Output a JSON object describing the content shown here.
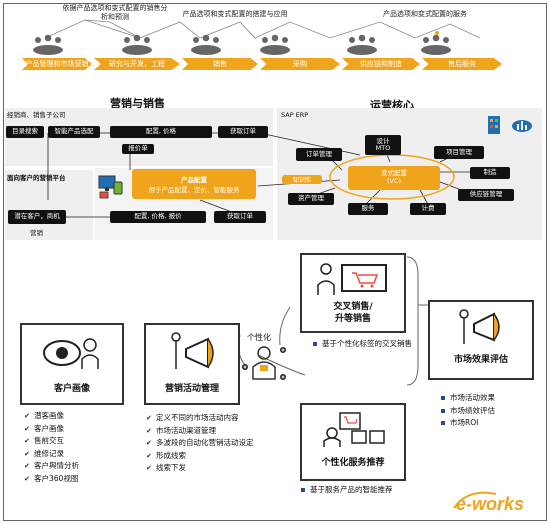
{
  "top": {
    "captions": [
      "依据产品选项和变式配置的销售分析和预测",
      "产品选项和变式配置的搭建与应用",
      "产品选项和变式配置的服务"
    ],
    "steps": [
      "产品管理和市场营销",
      "研究与开发，工程",
      "销售",
      "采购",
      "供应链和制造",
      "售后服务"
    ]
  },
  "middle": {
    "left_title": "营销与销售",
    "right_title": "运营核心",
    "dealer_label": "经销商、销售子公司",
    "customer_platform_label": "面向客户的营销平台",
    "sap_label": "SAP ERP",
    "blocks": {
      "catalog_search": "目录搜索",
      "smart_match": "智能产品选配",
      "config_price_1": "配置, 价格",
      "get_order_1": "获取订单",
      "quote": "报价单",
      "potential": "潜在客户，商机",
      "config_price_quote": "配置, 价格, 报价",
      "get_order_2": "获取订单",
      "idea": "营销",
      "order_mgmt": "订单管理",
      "design": "设计\nMTO",
      "project_mgmt": "项目管理",
      "manufacture": "制造",
      "asset_mgmt": "资产管理",
      "service": "服务",
      "billing": "计费",
      "supply_chain": "供应链管理"
    },
    "product_config_title": "产品配置",
    "product_config_sub": "用于产品配置、定价、智能服务",
    "knowledge_base": "知识库",
    "variant_config": "变式配置\n(VC)"
  },
  "bottom": {
    "personalization": "个性化",
    "customer_profile": {
      "title": "客户画像",
      "items": [
        "潜客画像",
        "客户画像",
        "售前交互",
        "维修记录",
        "客户舆情分析",
        "客户360视图"
      ]
    },
    "campaign": {
      "title": "营销活动管理",
      "items": [
        "定义不同的市场活动内容",
        "市场活动渠道管理",
        "多波段的自动化营销活动设定",
        "形成线索",
        "线索下发"
      ]
    },
    "cross_sell": {
      "title_line1": "交叉销售/",
      "title_line2": "升等销售",
      "items": [
        "基于个性化标签的交叉销售"
      ]
    },
    "service_rec": {
      "title": "个性化服务推荐",
      "items": [
        "基于服务产品的智能推荐"
      ]
    },
    "effect": {
      "title": "市场效果评估",
      "items": [
        "市场活动效果",
        "市场绩效评估",
        "市场ROI"
      ]
    }
  },
  "watermark": "e-works"
}
